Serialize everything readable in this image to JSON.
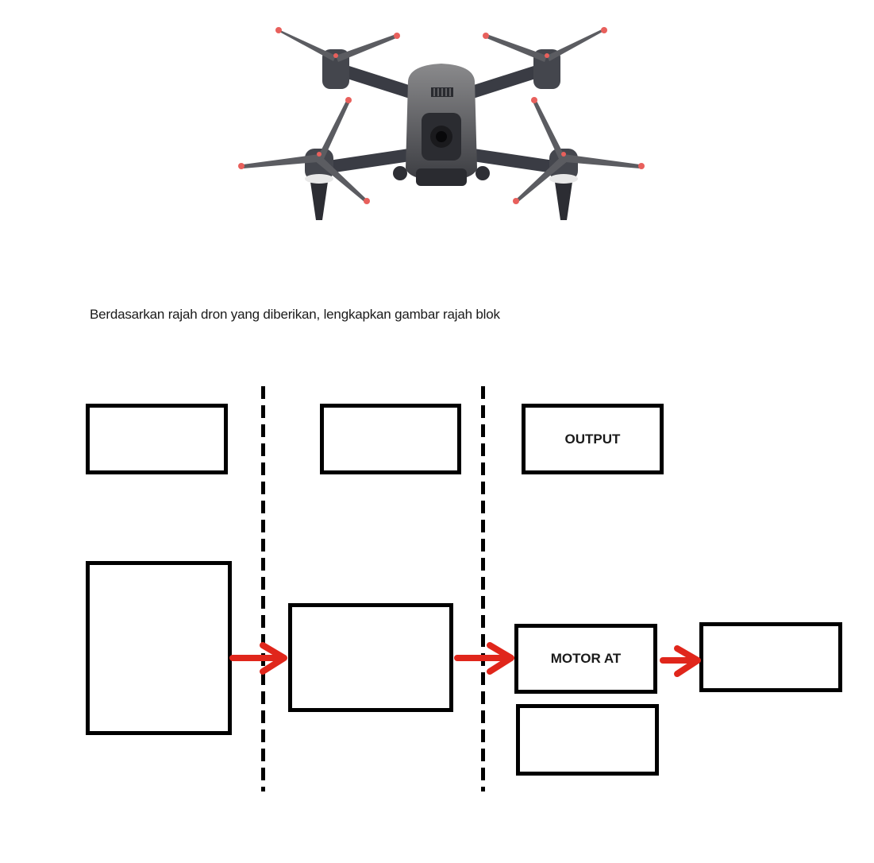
{
  "image": {
    "subject": "quadcopter drone (FPV style, dark grey with red propeller tips)",
    "icon": "drone-photo"
  },
  "instruction": "Berdasarkan rajah dron yang diberikan, lengkapkan gambar rajah blok",
  "diagram": {
    "header_boxes": [
      {
        "id": "header-1",
        "label": ""
      },
      {
        "id": "header-2",
        "label": ""
      },
      {
        "id": "header-3",
        "label": "OUTPUT"
      }
    ],
    "blocks": [
      {
        "id": "block-input",
        "label": ""
      },
      {
        "id": "block-process",
        "label": ""
      },
      {
        "id": "block-motor",
        "label": "MOTOR AT"
      },
      {
        "id": "block-after-motor",
        "label": ""
      },
      {
        "id": "block-output-2",
        "label": ""
      }
    ],
    "arrows": [
      {
        "from": "block-input",
        "to": "block-process"
      },
      {
        "from": "block-process",
        "to": "block-motor"
      },
      {
        "from": "block-motor",
        "to": "block-after-motor"
      }
    ],
    "separators": 2,
    "colors": {
      "arrow": "#e0261b",
      "border": "#000000"
    }
  }
}
